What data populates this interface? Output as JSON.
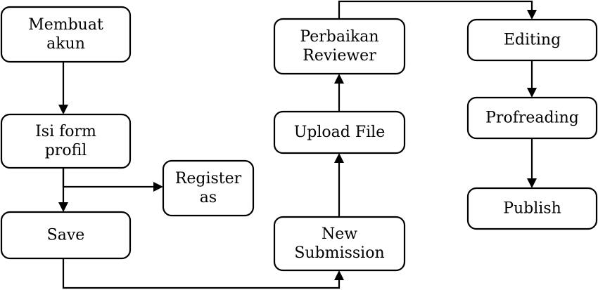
{
  "diagram": {
    "type": "flowchart",
    "nodes": [
      {
        "id": "membuat_akun",
        "lines": [
          "Membuat",
          "akun"
        ]
      },
      {
        "id": "isi_form_profil",
        "lines": [
          "Isi form",
          "profil"
        ]
      },
      {
        "id": "register_as",
        "lines": [
          "Register",
          "as"
        ]
      },
      {
        "id": "save",
        "lines": [
          "Save"
        ]
      },
      {
        "id": "new_submission",
        "lines": [
          "New",
          "Submission"
        ]
      },
      {
        "id": "upload_file",
        "lines": [
          "Upload File"
        ]
      },
      {
        "id": "perbaikan_reviewer",
        "lines": [
          "Perbaikan",
          "Reviewer"
        ]
      },
      {
        "id": "editing",
        "lines": [
          "Editing"
        ]
      },
      {
        "id": "profreading",
        "lines": [
          "Profreading"
        ]
      },
      {
        "id": "publish",
        "lines": [
          "Publish"
        ]
      }
    ],
    "edges": [
      {
        "from": "membuat_akun",
        "to": "isi_form_profil"
      },
      {
        "from": "isi_form_profil",
        "to": "save"
      },
      {
        "from": "isi_form_profil",
        "to": "register_as"
      },
      {
        "from": "save",
        "to": "new_submission"
      },
      {
        "from": "new_submission",
        "to": "upload_file"
      },
      {
        "from": "upload_file",
        "to": "perbaikan_reviewer"
      },
      {
        "from": "perbaikan_reviewer",
        "to": "editing"
      },
      {
        "from": "editing",
        "to": "profreading"
      },
      {
        "from": "profreading",
        "to": "publish"
      }
    ]
  }
}
